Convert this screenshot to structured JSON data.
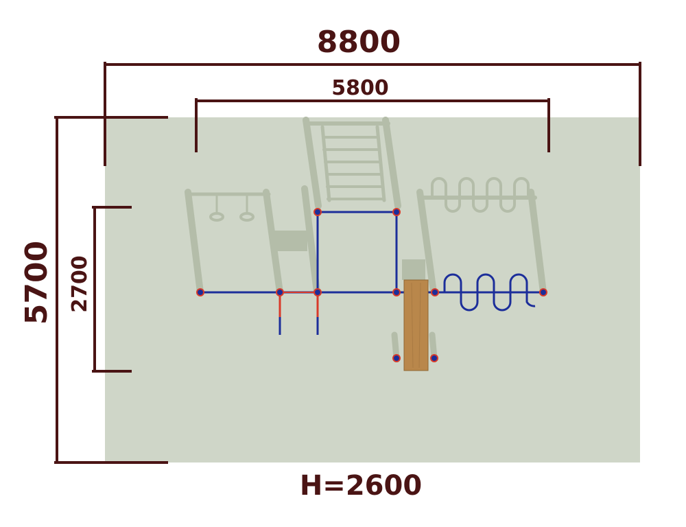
{
  "dimensions": {
    "overall_width": "8800",
    "equipment_width": "5800",
    "overall_depth": "5700",
    "equipment_depth": "2700",
    "height_label": "H=2600"
  },
  "colors": {
    "dimension_line": "#4a1414",
    "play_area": "#cfd6c8",
    "ghost_elevation": "#b4bda9",
    "plan_frame": "#1c2e9a",
    "post_marker": "#d83a2a",
    "wood_panel": "#b9874b"
  }
}
